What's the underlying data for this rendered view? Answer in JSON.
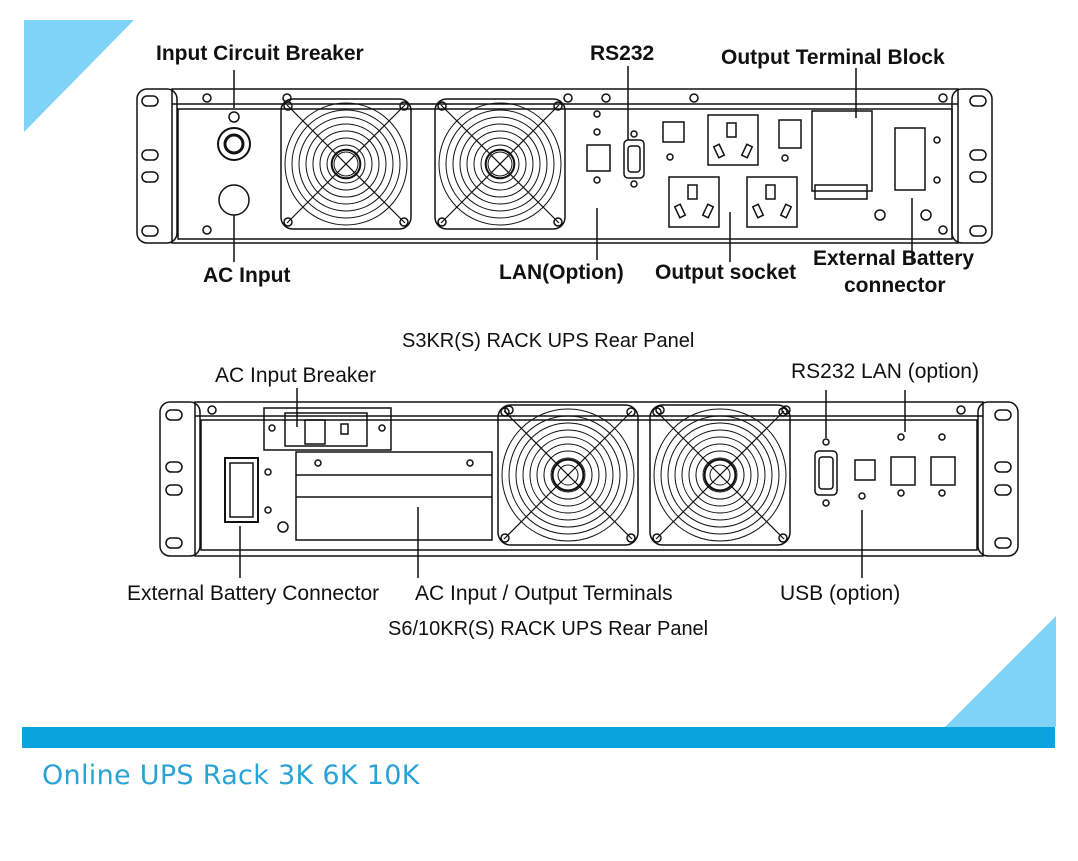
{
  "colors": {
    "accent": "#0aa3e0",
    "accent_light": "#7fd3f7",
    "title": "#29a3d6",
    "line": "#111111"
  },
  "top_panel": {
    "labels": {
      "input_circuit_breaker": "Input Circuit Breaker",
      "rs232": "RS232",
      "output_terminal_block": "Output Terminal Block",
      "ac_input": "AC Input",
      "lan_option": "LAN(Option)",
      "output_socket": "Output socket",
      "external_battery_line1": "External Battery",
      "external_battery_line2": "connector"
    },
    "caption": "S3KR(S) RACK UPS  Rear Panel"
  },
  "bottom_panel": {
    "labels": {
      "ac_input_breaker": "AC Input Breaker",
      "rs232_lan": "RS232  LAN (option)",
      "external_battery_connector": "External Battery Connector",
      "ac_io_terminals": "AC Input / Output Terminals",
      "usb_option": "USB (option)"
    },
    "caption": "S6/10KR(S) RACK UPS  Rear Panel"
  },
  "footer": {
    "title": "Online UPS Rack 3K 6K 10K"
  }
}
